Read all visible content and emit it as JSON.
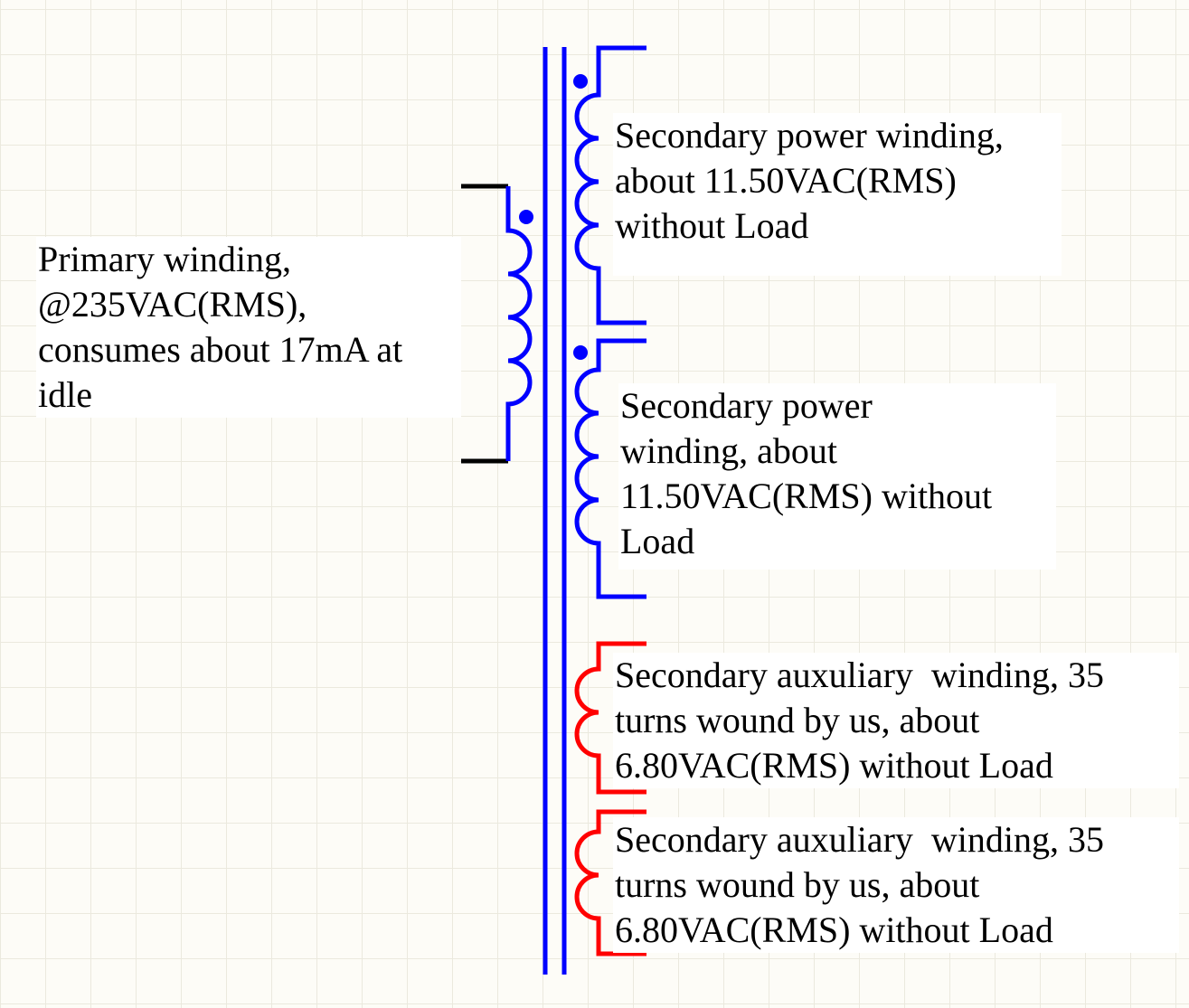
{
  "colors": {
    "background": "#fdfcf7",
    "grid": "#ebe9de",
    "primary_lead": "#000000",
    "power_winding": "#0000ff",
    "auxiliary_winding": "#ff0000",
    "label_background": "#ffffff"
  },
  "labels": {
    "primary": [
      "Primary winding,",
      "@235VAC(RMS),",
      "consumes about 17mA at",
      "idle"
    ],
    "secondary_1": [
      "Secondary power winding,",
      "about 11.50VAC(RMS)",
      "without Load"
    ],
    "secondary_2": [
      "Secondary power",
      "winding, about",
      "11.50VAC(RMS) without",
      "Load"
    ],
    "auxiliary_1": [
      "Secondary auxuliary  winding, 35",
      "turns wound by us, about",
      "6.80VAC(RMS) without Load"
    ],
    "auxiliary_2": [
      "Secondary auxuliary  winding, 35",
      "turns wound by us, about",
      "6.80VAC(RMS) without Load"
    ]
  }
}
